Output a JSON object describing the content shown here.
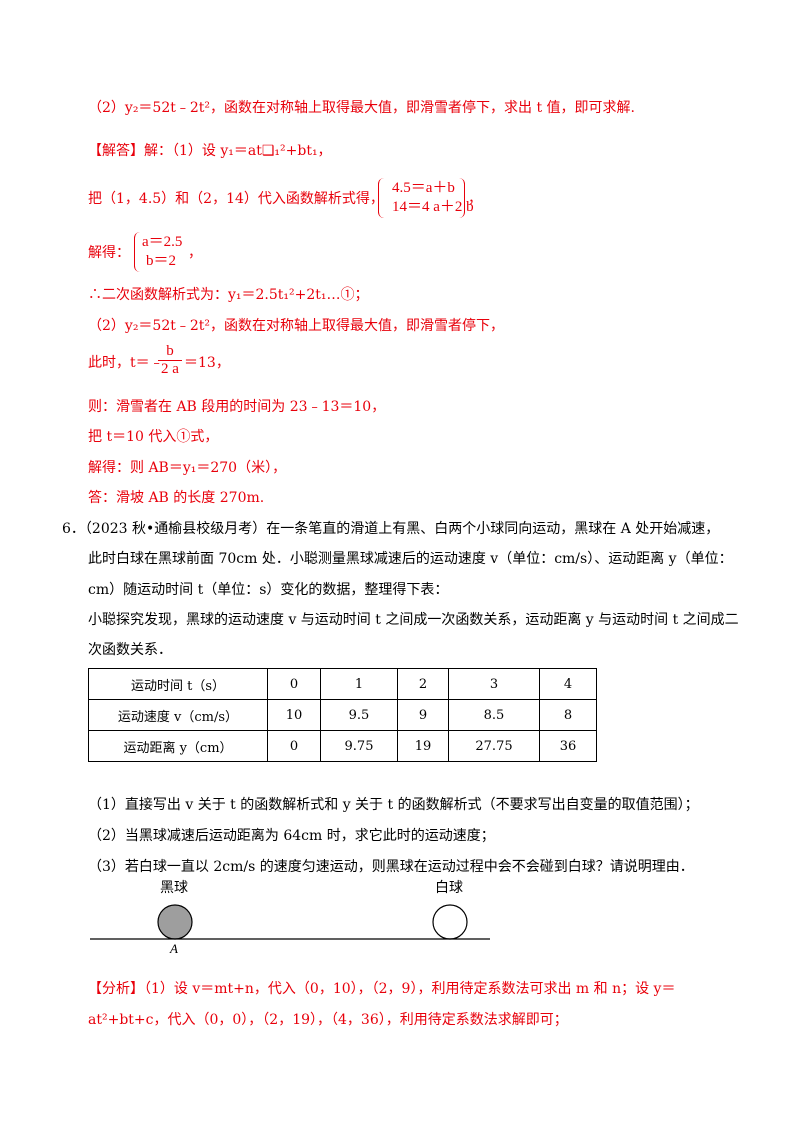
{
  "colors": {
    "answer": "#e8000b",
    "question": "#000000"
  },
  "answer_block": {
    "part2_hint": "（2）y₂＝52t﹣2t²，函数在对称轴上取得最大值，即滑雪者停下，求出 t 值，即可求解.",
    "solution_start": "【解答】解：（1）设 y₁＝at❑₁²+bt₁，",
    "substitute": "把（1，4.5）和（2，14）代入函数解析式得，",
    "system1_eq1": "4.5＝a＋b",
    "system1_eq2": "14＝4 a＋2 b",
    "system1_suffix": "，",
    "solved_label": "解得：",
    "system2_eq1": "a＝2.5",
    "system2_eq2": "b＝2",
    "system2_suffix": "，",
    "formula_line": "∴二次函数解析式为：y₁＝2.5t₁²+2t₁…①；",
    "part2_line": "（2）y₂＝52t﹣2t²，函数在对称轴上取得最大值，即滑雪者停下，",
    "at_this_time": "此时，t＝﹣",
    "frac_num": "b",
    "frac_den": "2 a",
    "frac_result": "＝13，",
    "time_ab": "则：滑雪者在 AB 段用的时间为 23﹣13＝10，",
    "sub_t": "把 t＝10 代入①式，",
    "solved_ab": "解得：则 AB＝y₁＝270（米），",
    "answer_final": "答：滑坡 AB 的长度 270m."
  },
  "question6": {
    "line1": "6．（2023 秋•通榆县校级月考）在一条笔直的滑道上有黑、白两个小球同向运动，黑球在 A 处开始减速，",
    "line2": "此时白球在黑球前面 70cm 处．小聪测量黑球减速后的运动速度 v（单位：cm/s）、运动距离 y（单位：",
    "line3": "cm）随运动时间 t（单位：s）变化的数据，整理得下表：",
    "line4": "小聪探究发现，黑球的运动速度 v 与运动时间 t 之间成一次函数关系，运动距离 y 与运动时间 t 之间成二",
    "line5": "次函数关系．",
    "table": {
      "rows": [
        [
          "运动时间 t（s）",
          "0",
          "1",
          "2",
          "3",
          "4"
        ],
        [
          "运动速度 v（cm/s）",
          "10",
          "9.5",
          "9",
          "8.5",
          "8"
        ],
        [
          "运动距离 y（cm）",
          "0",
          "9.75",
          "19",
          "27.75",
          "36"
        ]
      ]
    },
    "sub1": "（1）直接写出 v 关于 t 的函数解析式和 y 关于 t 的函数解析式（不要求写出自变量的取值范围）；",
    "sub2": "（2）当黑球减速后运动距离为 64cm 时，求它此时的运动速度；",
    "sub3": "（3）若白球一直以 2cm/s 的速度匀速运动，则黑球在运动过程中会不会碰到白球？请说明理由．",
    "diagram": {
      "black_label": "黑球",
      "white_label": "白球",
      "point_label": "A"
    }
  },
  "analysis": {
    "line1": "【分析】（1）设 v＝mt+n，代入（0，10），（2，9），利用待定系数法可求出 m 和 n；设 y＝",
    "line2": "at²+bt+c，代入（0，0），（2，19），（4，36），利用待定系数法求解即可；"
  }
}
